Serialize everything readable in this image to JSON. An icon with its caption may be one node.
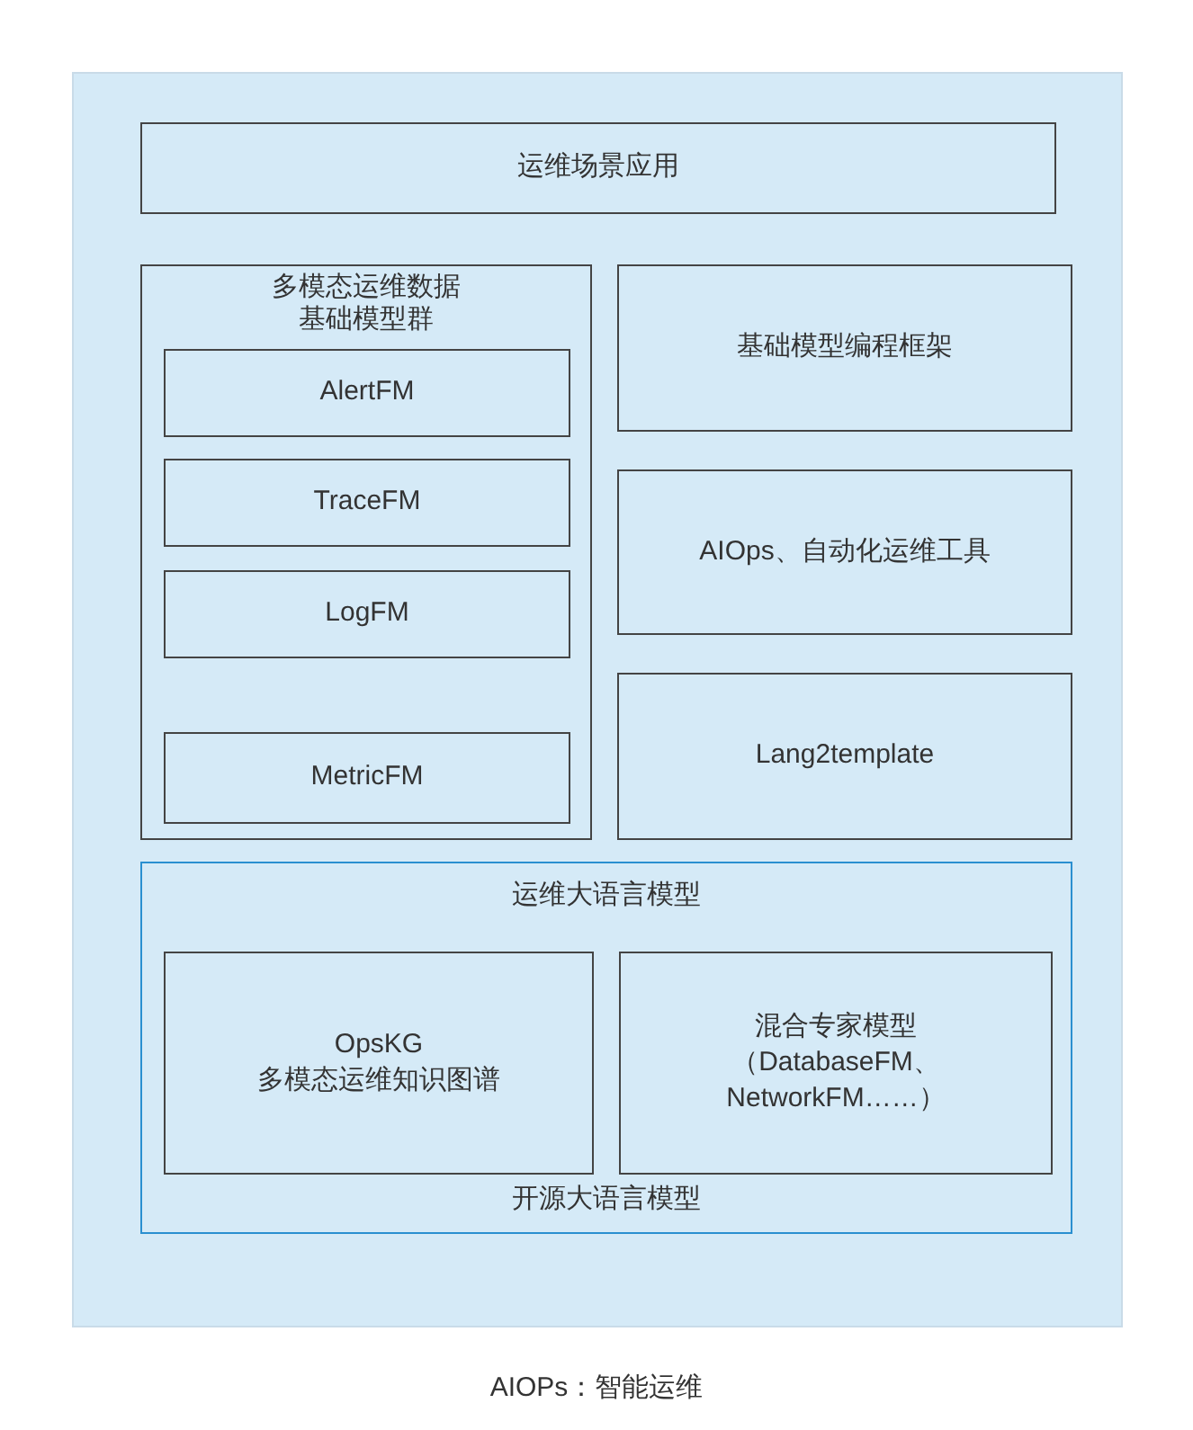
{
  "diagram": {
    "caption": "AIOPs：智能运维",
    "nodes": [
      {
        "text": [],
        "shape": "box"
      },
      {
        "text": [
          "运维场景应用"
        ],
        "in": 0
      },
      {
        "text": [
          "多模态运维数据基础模型群"
        ],
        "in": 0
      },
      {
        "text": [
          "AlertFM"
        ],
        "in": 2
      },
      {
        "text": [
          "TraceFM"
        ],
        "in": 2
      },
      {
        "text": [
          "LogFM"
        ],
        "in": 2
      },
      {
        "text": [
          "MetricFM"
        ],
        "in": 2
      },
      {
        "text": [
          "基础模型编程框架"
        ],
        "in": 0
      },
      {
        "text": [
          "AIOps、自动化运维工具"
        ],
        "in": 0
      },
      {
        "text": [
          "Lang2template"
        ],
        "in": 0
      },
      {
        "text": [
          "运维大语言模型",
          "开源大语言模型"
        ],
        "in": 0
      },
      {
        "text": [
          "OpsKG",
          "多模态运维知识图谱"
        ],
        "in": 10
      },
      {
        "text": [
          "混合专家模型",
          "（DatabaseFM、NetworkFM……）"
        ],
        "in": 10
      }
    ],
    "edges": []
  }
}
